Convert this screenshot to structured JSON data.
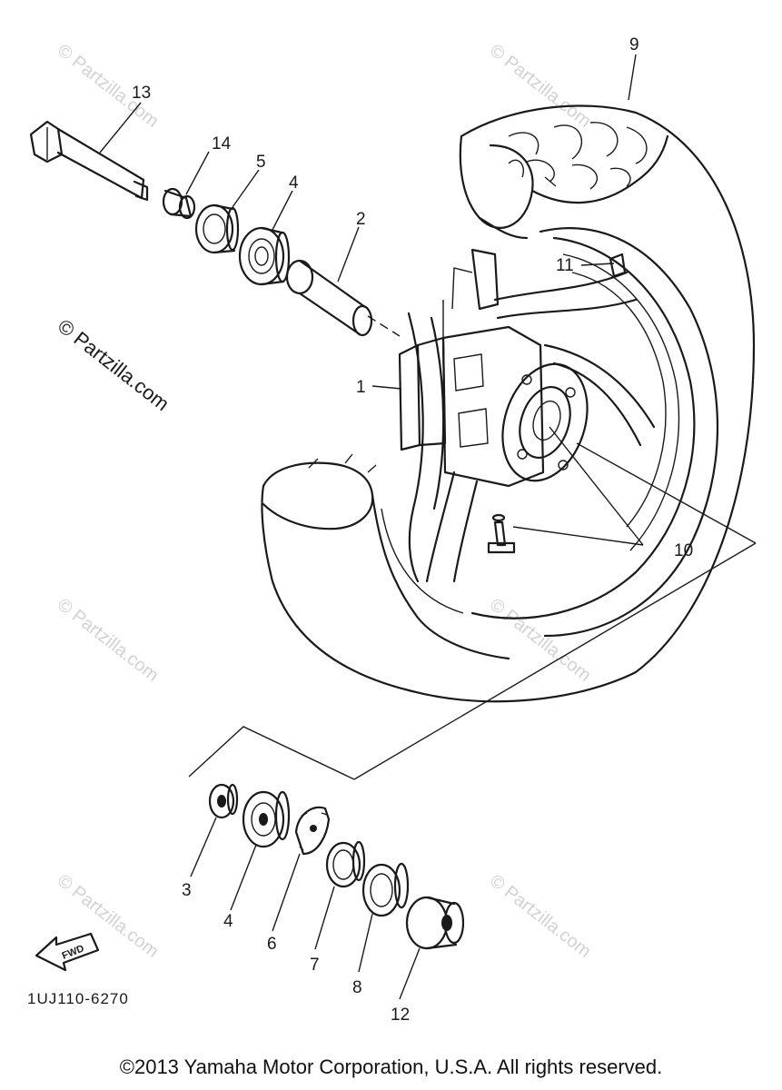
{
  "diagram": {
    "callouts": [
      {
        "id": "13",
        "label": "13"
      },
      {
        "id": "14",
        "label": "14"
      },
      {
        "id": "5a",
        "label": "5"
      },
      {
        "id": "4a",
        "label": "4"
      },
      {
        "id": "2",
        "label": "2"
      },
      {
        "id": "9",
        "label": "9"
      },
      {
        "id": "11",
        "label": "11"
      },
      {
        "id": "1",
        "label": "1"
      },
      {
        "id": "10",
        "label": "10"
      },
      {
        "id": "3",
        "label": "3"
      },
      {
        "id": "4b",
        "label": "4"
      },
      {
        "id": "6",
        "label": "6"
      },
      {
        "id": "7",
        "label": "7"
      },
      {
        "id": "8",
        "label": "8"
      },
      {
        "id": "12",
        "label": "12"
      }
    ],
    "fwd_label": "FWD",
    "diagram_code": "1UJ110-6270"
  },
  "watermark": {
    "text": "© Partzilla.com",
    "color": "#d2d2d2"
  },
  "footer": {
    "copyright": "©2013 Yamaha Motor Corporation, U.S.A. All rights reserved."
  }
}
